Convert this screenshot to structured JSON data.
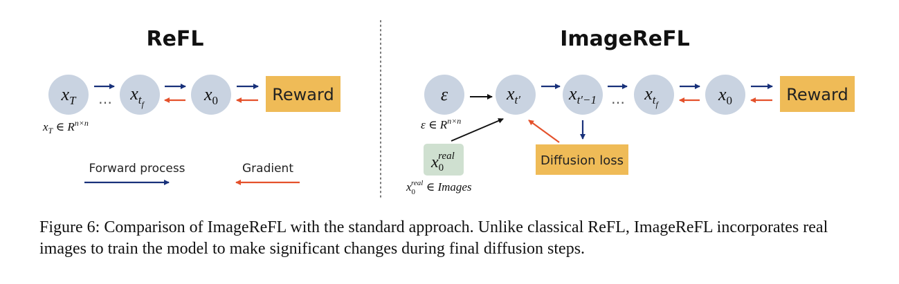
{
  "colors": {
    "node_fill": "#c9d3e1",
    "box_fill": "#efbb57",
    "real_fill": "#cfe0d0",
    "forward": "#18317a",
    "gradient": "#e4512b",
    "divider": "#777777",
    "text": "#111111"
  },
  "left": {
    "title": "ReFL",
    "nodes": [
      {
        "base": "x",
        "sub": "T",
        "subsub": ""
      },
      {
        "base": "x",
        "sub": "t",
        "subsub": "f"
      },
      {
        "base": "x",
        "sub": "0",
        "subsub": ""
      }
    ],
    "ellipsis": "…",
    "reward": "Reward",
    "domain": {
      "var": "x",
      "sub": "T",
      "rel": "∈",
      "set": "R",
      "sup": "n×n"
    },
    "legend_forward": "Forward process",
    "legend_gradient": "Gradient"
  },
  "right": {
    "title": "ImageReFL",
    "eps": "ε",
    "nodes": [
      {
        "base": "x",
        "sub": "t′",
        "subsub": ""
      },
      {
        "base": "x",
        "sub": "t′−1",
        "subsub": ""
      },
      {
        "base": "x",
        "sub": "t",
        "subsub": "f"
      },
      {
        "base": "x",
        "sub": "0",
        "subsub": ""
      }
    ],
    "ellipsis": "…",
    "reward": "Reward",
    "diffusion_loss": "Diffusion loss",
    "real_box": {
      "base": "x",
      "sub": "0",
      "sup": "real"
    },
    "eps_domain": {
      "var": "ε",
      "rel": "∈",
      "set": "R",
      "sup": "n×n"
    },
    "real_domain": {
      "var": "x",
      "sub": "0",
      "sup": "real",
      "rel": "∈",
      "set": "Images"
    }
  },
  "caption": "Figure 6: Comparison of ImageReFL with the standard approach. Unlike classical ReFL, ImageReFL incorporates real images to train the model to make significant changes during final diffusion steps."
}
